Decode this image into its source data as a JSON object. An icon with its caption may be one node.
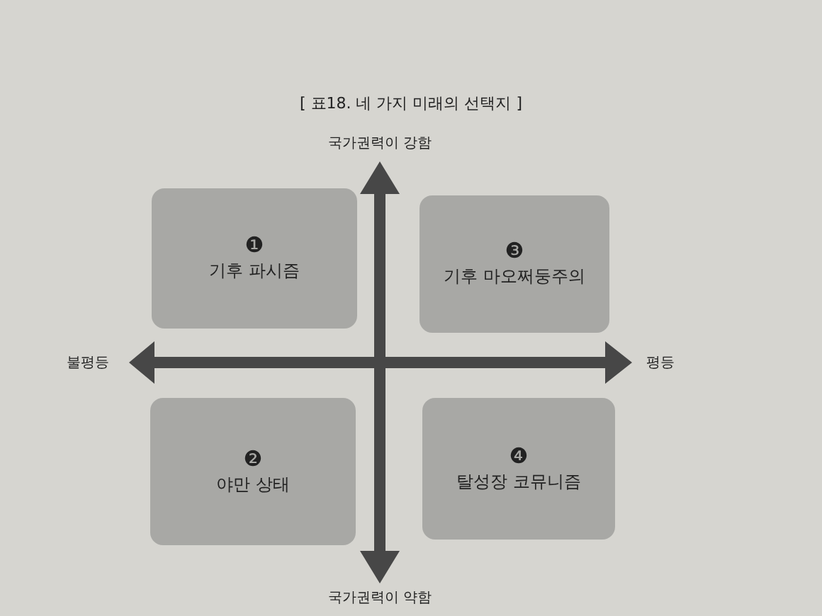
{
  "diagram": {
    "title": "[ 표18. 네 가지 미래의 선택지 ]",
    "nodes": [
      {
        "text": [
          "❶",
          "기후 파시즘"
        ]
      },
      {
        "text": [
          "❷",
          "야만 상태"
        ]
      },
      {
        "text": [
          "❸",
          "기후 마오쩌둥주의"
        ]
      },
      {
        "text": [
          "❹",
          "탈성장 코뮤니즘"
        ]
      }
    ],
    "labels": [
      "국가권력이 강함",
      "불평등",
      "평등",
      "국가권력이 약함"
    ]
  }
}
